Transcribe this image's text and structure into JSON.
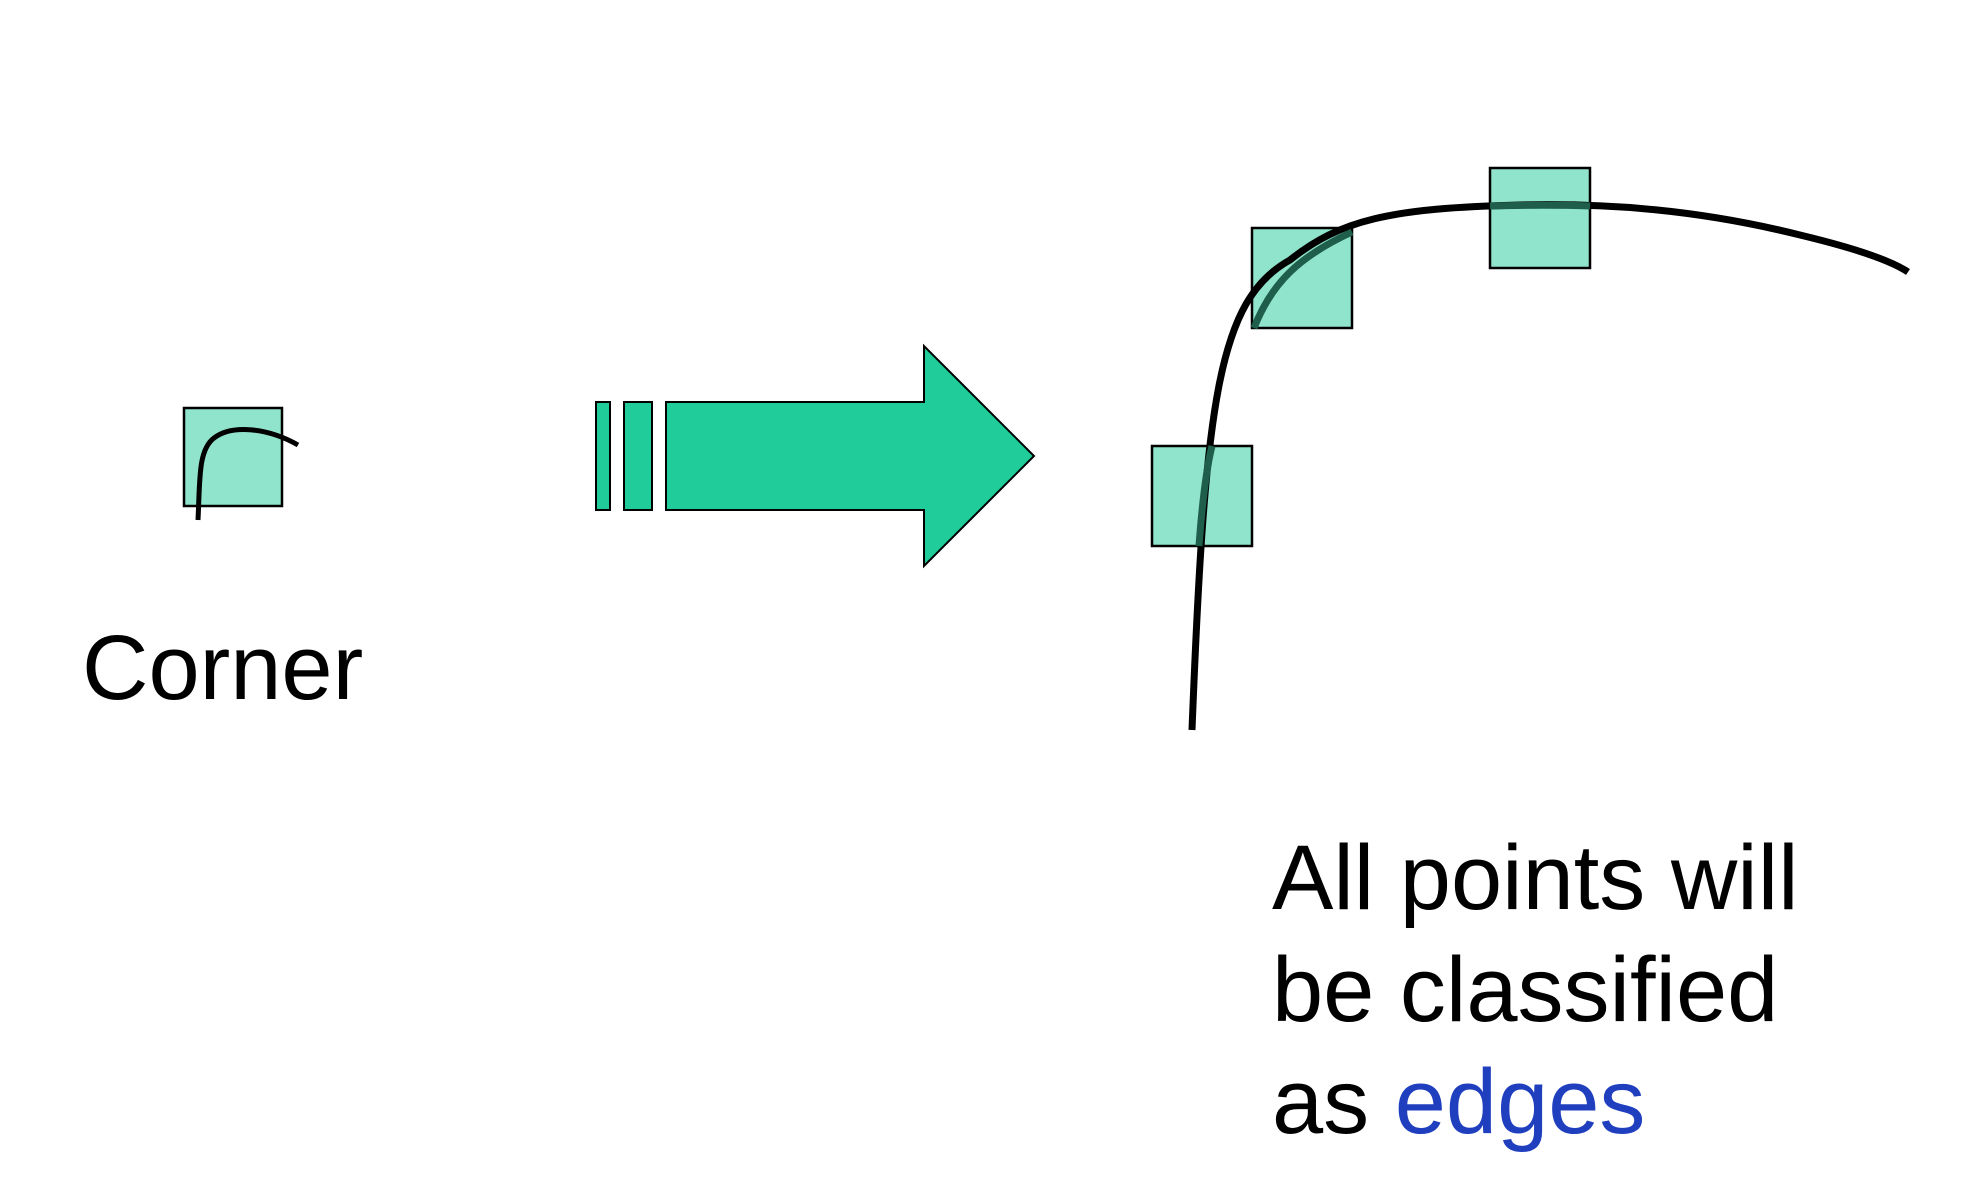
{
  "labels": {
    "corner": "Corner",
    "caption_line1": "All points will",
    "caption_line2": "be classified",
    "caption_line3_prefix": "as ",
    "caption_line3_highlight": "edges"
  },
  "colors": {
    "window_fill": "#90e4cc",
    "arrow_fill": "#20cc9a",
    "stroke": "#000000",
    "curve_inside_window": "#1e5e4a",
    "highlight_text": "#1f3fbf"
  }
}
